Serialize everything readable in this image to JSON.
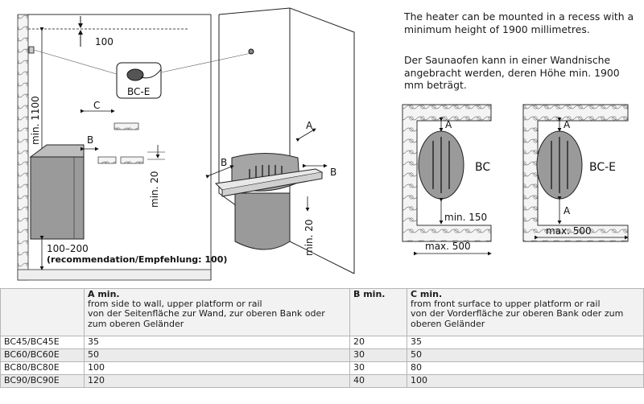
{
  "notes": {
    "english": "The heater can be mounted in a recess with a minimum height of 1900 millimetres.",
    "german": "Der Saunaofen kann in einer Wandnische angebracht werden, deren Höhe min. 1900 mm beträgt."
  },
  "left_diagram": {
    "dim_top": "100",
    "dim_height": "min. 1100",
    "control_label": "BC-E",
    "label_c": "C",
    "label_b": "B",
    "dim_side": "min. 20",
    "dim_floor": "100–200",
    "dim_floor_note": "(recommendation/Empfehlung: 100)"
  },
  "middle_diagram": {
    "label_a": "A",
    "label_b_left": "B",
    "label_b_right": "B",
    "dim_bottom": "min. 20"
  },
  "recess_diagrams": [
    {
      "model": "BC",
      "label_a": "A",
      "dim_below": "min. 150",
      "dim_width": "max. 500"
    },
    {
      "model": "BC-E",
      "label_a_top": "A",
      "label_a_bottom": "A",
      "dim_width": "max. 500"
    }
  ],
  "table": {
    "headers": [
      {
        "title": "",
        "lines": []
      },
      {
        "title": "A min.",
        "lines": [
          "from side to wall, upper platform or rail",
          "von der Seitenfläche zur Wand, zur oberen Bank oder",
          "zum oberen Geländer"
        ]
      },
      {
        "title": "B min.",
        "lines": []
      },
      {
        "title": "C min.",
        "lines": [
          "from front surface to upper platform or rail",
          "von der Vorderfläche zur oberen Bank oder zum",
          "oberen Geländer"
        ]
      }
    ],
    "rows": [
      {
        "model": "BC45/BC45E",
        "a": "35",
        "b": "20",
        "c": "35"
      },
      {
        "model": "BC60/BC60E",
        "a": "50",
        "b": "30",
        "c": "50"
      },
      {
        "model": "BC80/BC80E",
        "a": "100",
        "b": "30",
        "c": "80"
      },
      {
        "model": "BC90/BC90E",
        "a": "120",
        "b": "40",
        "c": "100"
      }
    ]
  },
  "colors": {
    "line": "#1a1a1a",
    "heater_fill": "#9a9a9a",
    "heater_dark": "#6d6d6d",
    "wood_fill": "#d8d8d8",
    "table_header_bg": "#f2f2f2",
    "table_alt_bg": "#ebebeb"
  }
}
